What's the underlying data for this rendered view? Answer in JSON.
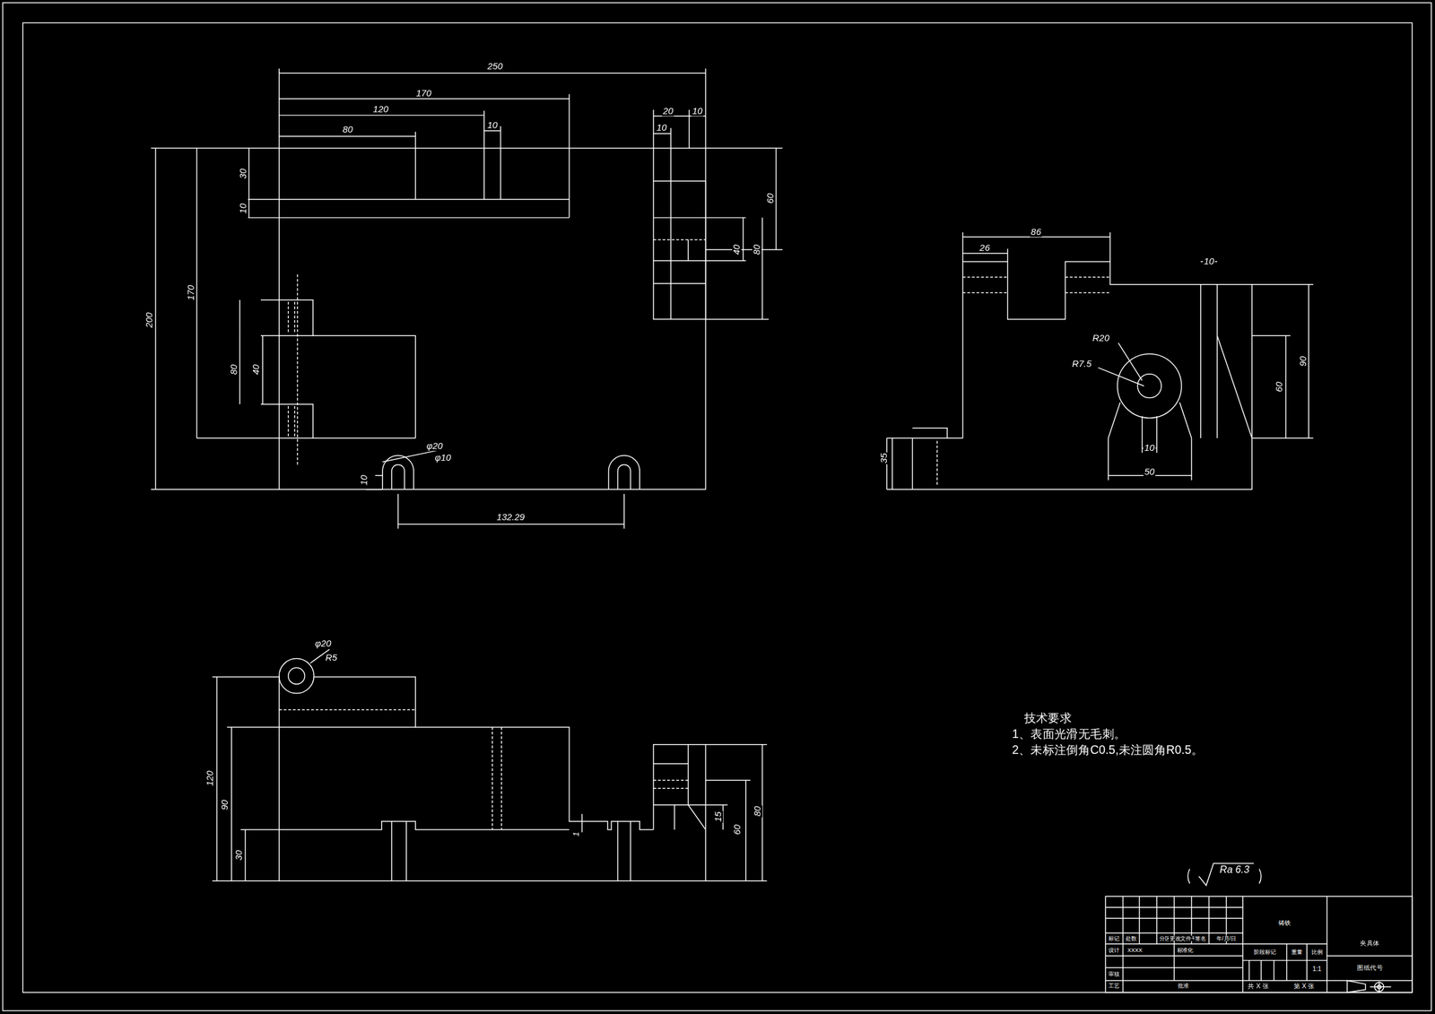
{
  "diagram": {
    "labels": [
      "250",
      "170",
      "120",
      "10",
      "80",
      "20",
      "10",
      "10",
      "60",
      "40",
      "80",
      "30",
      "10",
      "200",
      "170",
      "80",
      "40",
      "φ20",
      "φ10",
      "10",
      "132.29",
      "86",
      "26",
      "10",
      "R20",
      "R7.5",
      "90",
      "60",
      "35",
      "10",
      "50",
      "φ20",
      "R5",
      "120",
      "90",
      "30",
      "1",
      "15",
      "60",
      "80",
      "技术要求",
      "1、表面光滑无毛刺。",
      "2、未标注倒角C0.5,未注圆角R0.5。",
      "Ra 6.3",
      "标记",
      "处数",
      "分区",
      "更改文件号",
      "签名",
      "年/月/日",
      "设计",
      "XXXX",
      "标准化",
      "审核",
      "工艺",
      "批准",
      "铸铁",
      "阶段标记",
      "重量",
      "比例",
      "1:1",
      "共 X 张",
      "第 X 张",
      "夹具体",
      "图纸代号"
    ]
  }
}
